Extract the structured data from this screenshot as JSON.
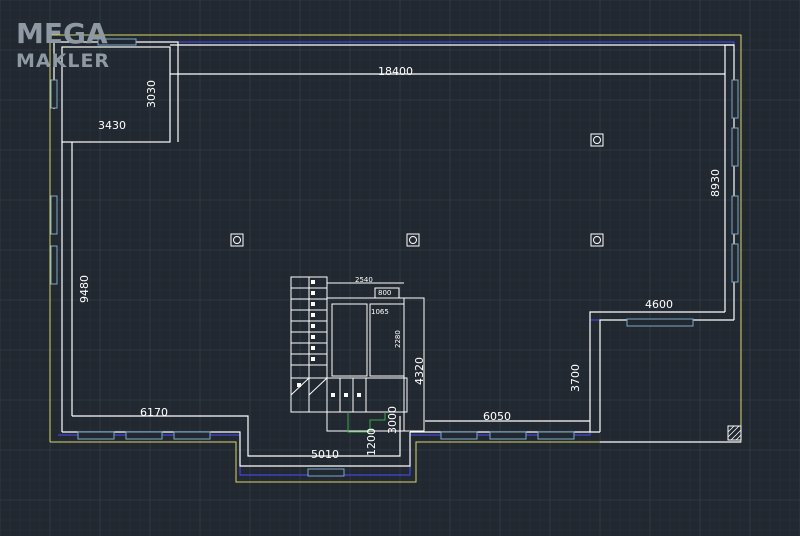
{
  "logo": {
    "line1": "MEGA",
    "line2": "MAKLER",
    "color": "#8f99a4"
  },
  "colors": {
    "background": "#212830",
    "grid_major": "#3a4452",
    "grid_minor": "#2a323d",
    "wall": "#ffffff",
    "outline": "#d9d66a",
    "window": "#7fa8c8",
    "inner_line": "#4a4dff",
    "stair_green": "#3fa84a"
  },
  "dimensions": {
    "top_width": "18400",
    "right_height": "8930",
    "left_height": "9480",
    "room_height": "3030",
    "room_width": "3430",
    "right_wing_width": "4600",
    "right_wing_height": "3700",
    "bottom_right_width": "6050",
    "bottom_left_width": "6170",
    "bay_width": "5010",
    "stair_width": "2540",
    "stair_opening": "800",
    "stair_inner": "1065",
    "stair_inner_height": "2280",
    "stair_height": "4320",
    "landing_depth": "3000",
    "landing_step": "1200"
  }
}
